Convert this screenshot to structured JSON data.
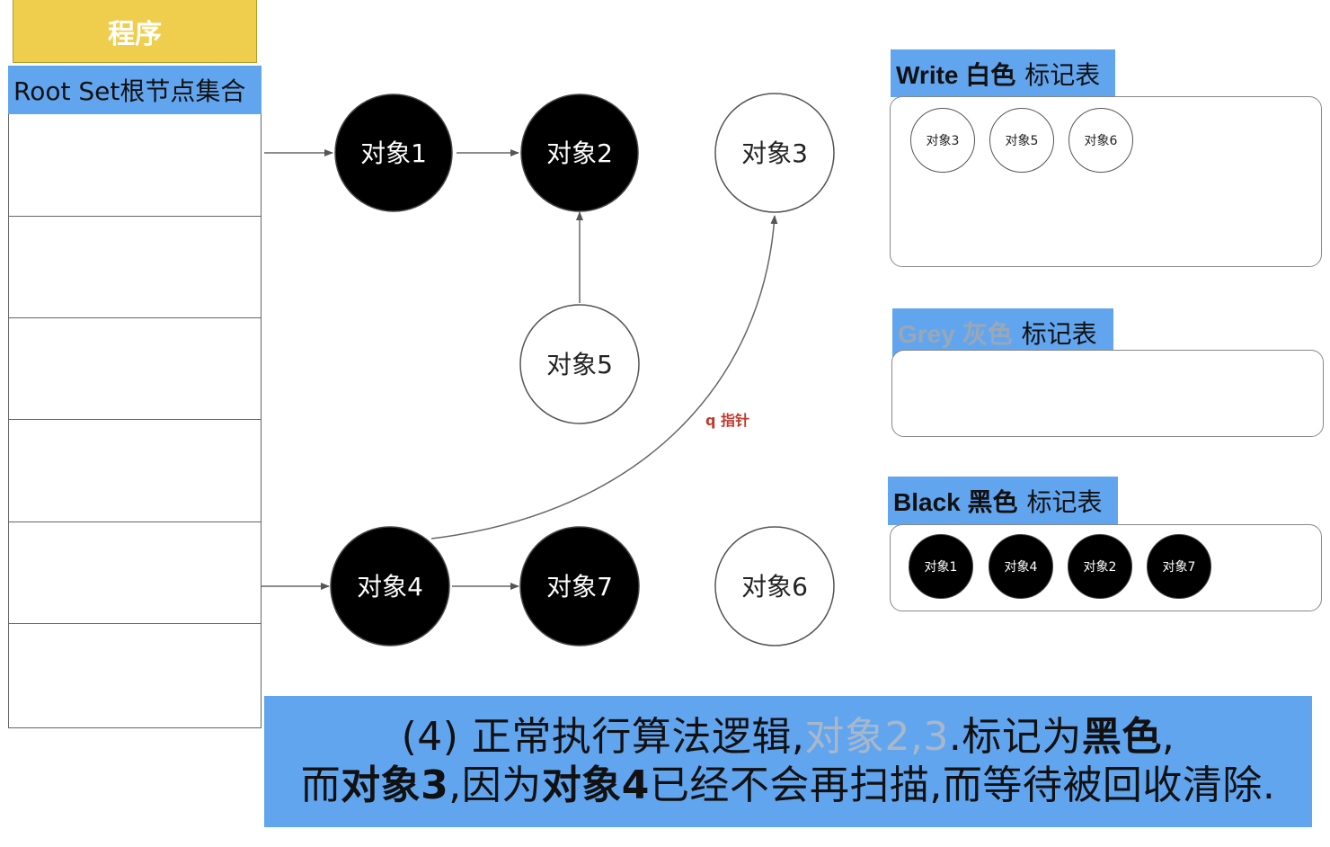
{
  "program_label": "程序",
  "root_set_label": "Root Set根节点集合",
  "nodes": {
    "obj1": "对象1",
    "obj2": "对象2",
    "obj3": "对象3",
    "obj4": "对象4",
    "obj5": "对象5",
    "obj6": "对象6",
    "obj7": "对象7"
  },
  "pointer_label": "q 指针",
  "tables": {
    "white": {
      "strong": "Write 白色",
      "rest": "标记表",
      "items": [
        "对象3",
        "对象5",
        "对象6"
      ]
    },
    "grey": {
      "strong": "Grey 灰色",
      "rest": "标记表",
      "items": []
    },
    "black": {
      "strong": "Black 黑色",
      "rest": "标记表",
      "items": [
        "对象1",
        "对象4",
        "对象2",
        "对象7"
      ]
    }
  },
  "caption": {
    "l1_a": "(4) 正常执行算法逻辑,",
    "l1_b": "对象2,3",
    "l1_c": ".标记为",
    "l1_d": "黑色",
    "l1_e": ",",
    "l2_a": "而",
    "l2_b": "对象3",
    "l2_c": ",因为",
    "l2_d": "对象4",
    "l2_e": "已经不会再扫描,而等待被回收清除."
  },
  "colors": {
    "accent_blue": "#62a5ef",
    "program_yellow": "#efcd4d",
    "pointer_red": "#c0392b",
    "black_node": "#000000",
    "white_node": "#ffffff"
  }
}
